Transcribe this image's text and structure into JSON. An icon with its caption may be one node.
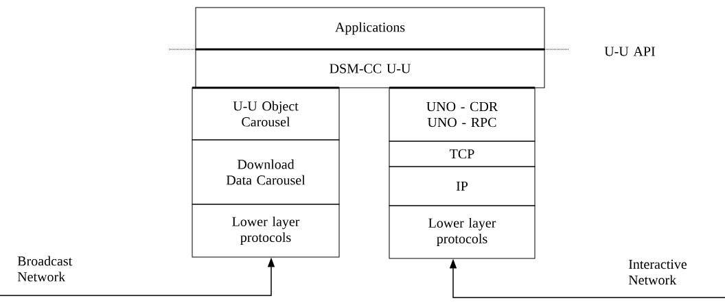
{
  "diagram": {
    "nodes": [
      {
        "text": [
          "Applications"
        ]
      },
      {
        "text": [
          "DSM-CC U-U"
        ]
      },
      {
        "text": [
          "U-U Object Carousel"
        ]
      },
      {
        "text": [
          "Download Data Carousel"
        ]
      },
      {
        "text": [
          "Lower layer protocols"
        ]
      },
      {
        "text": [
          "UNO - CDR",
          "UNO - RPC"
        ]
      },
      {
        "text": [
          "TCP"
        ]
      },
      {
        "text": [
          "IP"
        ]
      },
      {
        "text": [
          "Lower layer protocols"
        ]
      }
    ],
    "edges": [
      {
        "from": null,
        "to": 4,
        "arrow": "to"
      },
      {
        "from": null,
        "to": 8,
        "arrow": "to"
      }
    ],
    "labels": [
      "U-U API",
      "Broadcast Network",
      "Interactive Network"
    ]
  }
}
